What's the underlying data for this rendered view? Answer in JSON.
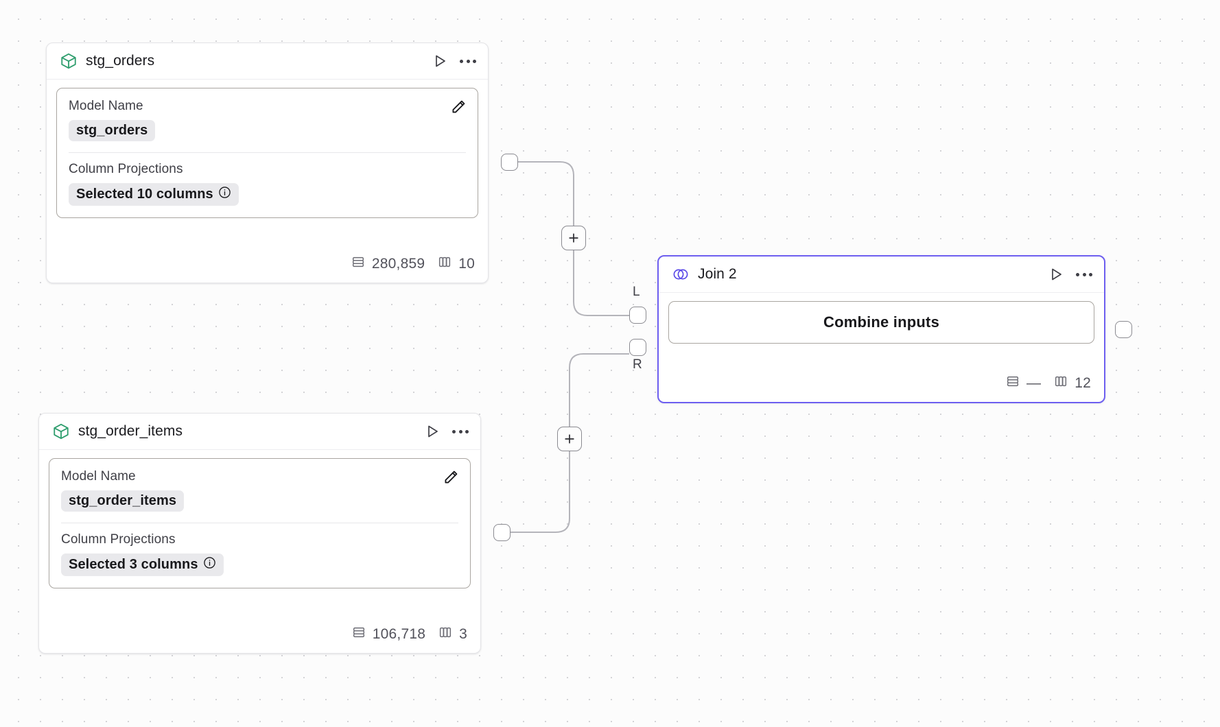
{
  "canvas": {
    "background_color": "#fcfcfc",
    "dot_color": "#d3d3d6",
    "accent_color": "#6d5ef0",
    "model_icon_color": "#2f9e6e"
  },
  "nodes": [
    {
      "id": "stg_orders",
      "type": "model",
      "title": "stg_orders",
      "icon": "cube-icon",
      "run_label": "Run",
      "menu_label": "More options",
      "fields": {
        "model_name_label": "Model Name",
        "model_name_value": "stg_orders",
        "column_projections_label": "Column Projections",
        "column_projections_value": "Selected 10 columns"
      },
      "footer": {
        "rows_icon": "rows-icon",
        "rows": "280,859",
        "columns_icon": "columns-icon",
        "columns": "10"
      }
    },
    {
      "id": "stg_order_items",
      "type": "model",
      "title": "stg_order_items",
      "icon": "cube-icon",
      "run_label": "Run",
      "menu_label": "More options",
      "fields": {
        "model_name_label": "Model Name",
        "model_name_value": "stg_order_items",
        "column_projections_label": "Column Projections",
        "column_projections_value": "Selected 3 columns"
      },
      "footer": {
        "rows_icon": "rows-icon",
        "rows": "106,718",
        "columns_icon": "columns-icon",
        "columns": "3"
      }
    },
    {
      "id": "join_2",
      "type": "join",
      "title": "Join 2",
      "icon": "venn-join-icon",
      "selected": true,
      "run_label": "Run",
      "menu_label": "More options",
      "action_button_label": "Combine inputs",
      "input_ports": [
        {
          "id": "left",
          "label": "L"
        },
        {
          "id": "right",
          "label": "R"
        }
      ],
      "footer": {
        "rows_icon": "rows-icon",
        "rows": "—",
        "columns_icon": "columns-icon",
        "columns": "12"
      }
    }
  ],
  "edges": [
    {
      "from": "stg_orders",
      "to": "join_2.left",
      "add_button_label": "+"
    },
    {
      "from": "stg_order_items",
      "to": "join_2.right",
      "add_button_label": "+"
    }
  ]
}
